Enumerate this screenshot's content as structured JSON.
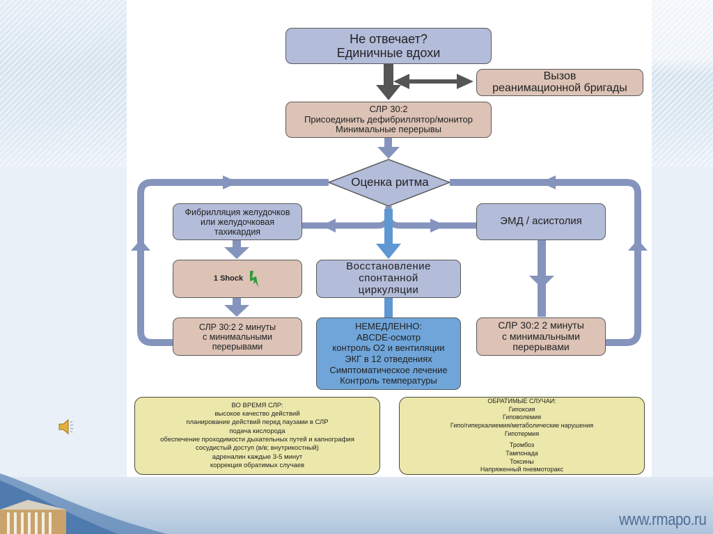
{
  "slide": {
    "footer_url": "www.rmapo.ru",
    "sound_icon": "speaker-icon"
  },
  "colors": {
    "blue_box": "#b3bcd9",
    "tan_box": "#dcc3b6",
    "sky_box": "#6fa5d9",
    "yellow_box": "#ece8ab",
    "arrow_dark": "#555555",
    "arrow_blue": "#8594bd",
    "arrow_sky": "#5f97d2",
    "shock_bolt": "#2e9b3a"
  },
  "flowchart": {
    "start": {
      "lines": [
        "Не отвечает?",
        "Единичные вдохи"
      ]
    },
    "call_team": {
      "lines": [
        "Вызов",
        "реанимационной бригады"
      ]
    },
    "cpr": {
      "lines": [
        "СЛР 30:2",
        "Присоединить дефибриллятор/монитор",
        "Минимальные перерывы"
      ]
    },
    "rhythm": {
      "label": "Оценка ритма"
    },
    "vf": {
      "lines": [
        "Фибрилляция желудочков",
        "или желудочковая",
        "тахикардия"
      ]
    },
    "pea": {
      "lines": [
        "ЭМД / асистолия"
      ]
    },
    "shock": {
      "label": "1 Shock",
      "icon": "lightning-bolt-icon"
    },
    "rosc": {
      "lines": [
        "Восстановление",
        "спонтанной",
        "циркуляции"
      ]
    },
    "cpr_left": {
      "lines": [
        "СЛР 30:2 2 минуты",
        "с минимальными",
        "перерывами"
      ]
    },
    "cpr_right": {
      "lines": [
        "СЛР 30:2 2 минуты",
        "с минимальными",
        "перерывами"
      ]
    },
    "immediately": {
      "lines": [
        "НЕМЕДЛЕННО:",
        "ABCDE-осмотр",
        "контроль О2 и вентиляции",
        "ЭКГ в 12 отведениях",
        "Симптоматическое лечение",
        "Контроль температуры"
      ]
    }
  },
  "during_cpr": {
    "title": "ВО ВРЕМЯ СЛР:",
    "items": [
      "высокое качество действий",
      "планирование действий перед паузами в СЛР",
      "подача кислорода",
      "обеспечение проходимости дыхательных путей и капнография",
      "сосудистый доступ (в/в; внутрикостный)",
      "адреналин каждые 3-5 минут",
      "коррекция обратимых случаев"
    ]
  },
  "reversible_causes": {
    "title": "ОБРАТИМЫЕ СЛУЧАИ:",
    "group_h": [
      "Гипоксия",
      "Гиповолемия",
      "Гипо/гиперкалиемия/метаболические нарушения",
      "Гипотермия"
    ],
    "group_t": [
      "Тромбоз",
      "Тампонада",
      "Токсины",
      "Напряженный пневмоторакс"
    ]
  }
}
